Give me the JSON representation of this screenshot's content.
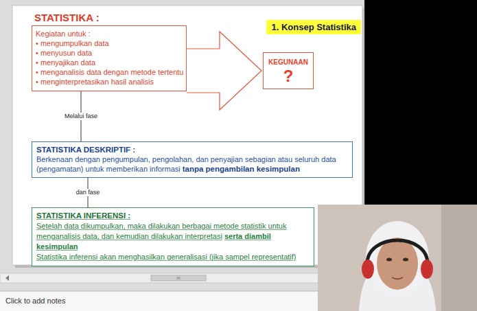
{
  "diagram": {
    "title": "1. Konsep Statistika",
    "nodes": [
      {
        "text": [
          "STATISTIKA :",
          "Kegiatan untuk :",
          "• mengumpulkan data",
          "• menyusun data",
          "• menyajikan data",
          "• menganalisis data dengan metode tertentu",
          "• menginterpretasikan hasil analisis"
        ]
      },
      {
        "text": [
          "KEGUNAAN",
          "?"
        ]
      },
      {
        "text": [
          "STATISTIKA DESKRIPTIF :",
          "Berkenaan dengan pengumpulan, pengolahan, dan penyajian sebagian atau seluruh data (pengamatan) untuk memberikan informasi",
          "tanpa pengambilan kesimpulan"
        ]
      },
      {
        "text": [
          "STATISTIKA INFERENSI :",
          "Setelah data dikumpulkan, maka dilakukan berbagai metode statistik untuk menganalisis data, dan kemudian dilakukan interpretasi",
          "serta diambil kesimpulan",
          "Statistika inferensi akan menghasilkan generalisasi (jika sampel representatif)"
        ]
      }
    ],
    "edges": [
      {
        "from": 0,
        "to": 1,
        "arrow": "to"
      },
      {
        "from": 0,
        "to": 2,
        "label": "Melalui fase",
        "arrow": "none"
      },
      {
        "from": 2,
        "to": 3,
        "label": "dan fase",
        "arrow": "none"
      }
    ],
    "labels": [
      "Click to add notes"
    ]
  }
}
